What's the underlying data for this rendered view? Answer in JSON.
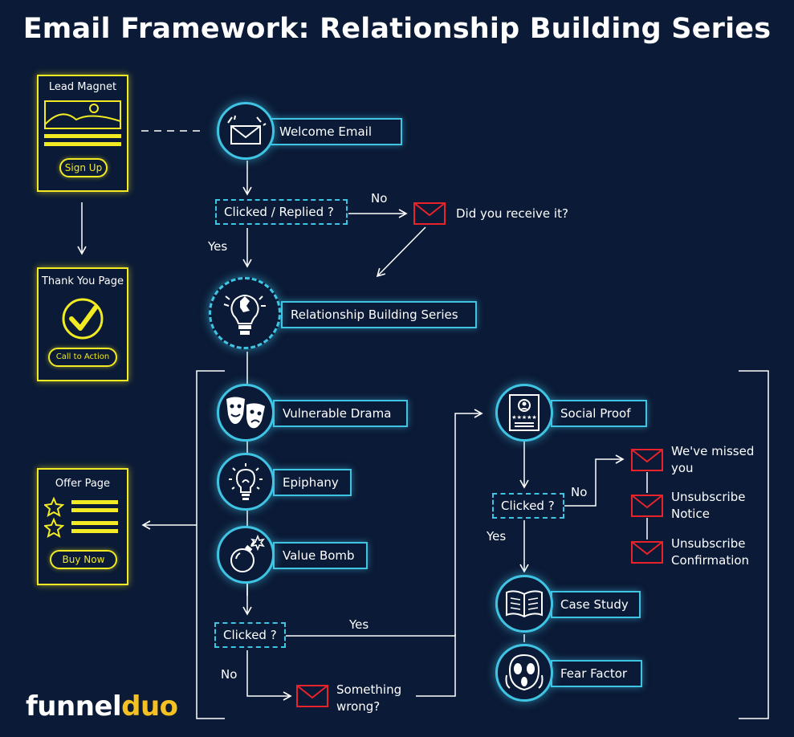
{
  "title": "Email Framework: Relationship Building Series",
  "pages": {
    "lead_magnet": {
      "title": "Lead Magnet",
      "button": "Sign Up"
    },
    "thank_you": {
      "title": "Thank You Page",
      "button": "Call to Action"
    },
    "offer": {
      "title": "Offer Page",
      "button": "Buy Now"
    }
  },
  "nodes": {
    "welcome": "Welcome Email",
    "clicked_replied": "Clicked / Replied ?",
    "received": "Did you receive it?",
    "rbs": "Relationship Building Series",
    "drama": "Vulnerable Drama",
    "epiphany": "Epiphany",
    "value_bomb": "Value Bomb",
    "clicked1": "Clicked ?",
    "wrong1": "Something",
    "wrong2": "wrong?",
    "social": "Social Proof",
    "clicked2": "Clicked ?",
    "missed1": "We've missed",
    "missed2": "you",
    "unsub1a": "Unsubscribe",
    "unsub1b": "Notice",
    "unsub2a": "Unsubscribe",
    "unsub2b": "Confirmation",
    "case": "Case Study",
    "fear": "Fear Factor"
  },
  "edges": {
    "no1": "No",
    "yes1": "Yes",
    "yes2": "Yes",
    "no2": "No",
    "no3": "No",
    "yes3": "Yes"
  },
  "logo": {
    "part1": "funnel",
    "part2": "duo"
  },
  "colors": {
    "background": "#0b1a36",
    "cyan": "#3fc4e4",
    "yellow": "#f2ea22",
    "red": "#e8232a",
    "logo_accent": "#f5c021"
  },
  "icons": [
    "envelope-icon",
    "puzzle-bulb-icon",
    "theater-masks-icon",
    "lightbulb-icon",
    "bomb-icon",
    "certificate-icon",
    "open-book-icon",
    "scared-face-icon",
    "red-envelope-icon",
    "star-icon",
    "checkmark-icon",
    "mountain-image-icon"
  ]
}
